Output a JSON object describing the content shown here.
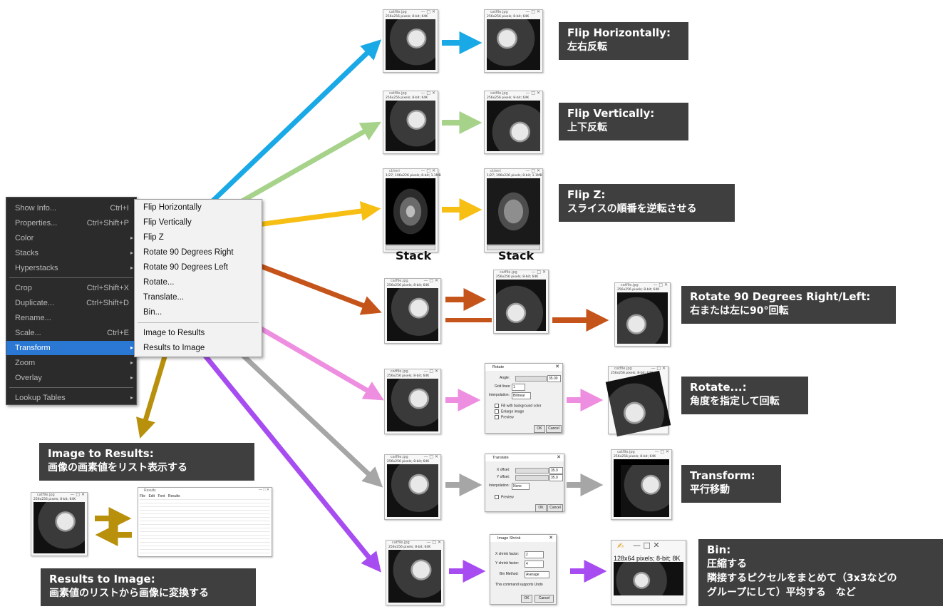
{
  "menu": {
    "items": [
      {
        "label": "Show Info...",
        "shortcut": "Ctrl+I"
      },
      {
        "label": "Properties...",
        "shortcut": "Ctrl+Shift+P"
      },
      {
        "label": "Color",
        "shortcut": ""
      },
      {
        "label": "Stacks",
        "shortcut": ""
      },
      {
        "label": "Hyperstacks",
        "shortcut": ""
      },
      {
        "label": "Crop",
        "shortcut": "Ctrl+Shift+X"
      },
      {
        "label": "Duplicate...",
        "shortcut": "Ctrl+Shift+D"
      },
      {
        "label": "Rename...",
        "shortcut": ""
      },
      {
        "label": "Scale...",
        "shortcut": "Ctrl+E"
      },
      {
        "label": "Transform",
        "shortcut": ""
      },
      {
        "label": "Zoom",
        "shortcut": ""
      },
      {
        "label": "Overlay",
        "shortcut": ""
      },
      {
        "label": "Lookup Tables",
        "shortcut": ""
      }
    ],
    "submenu_arrow": "▸"
  },
  "submenu": {
    "items": [
      "Flip Horizontally",
      "Flip Vertically",
      "Flip Z",
      "Rotate 90 Degrees Right",
      "Rotate 90 Degrees Left",
      "Rotate...",
      "Translate...",
      "Bin...",
      "Image to Results",
      "Results to Image"
    ]
  },
  "labels": {
    "flip_h": {
      "title": "Flip Horizontally:",
      "desc": "左右反転"
    },
    "flip_v": {
      "title": "Flip Vertically:",
      "desc": "上下反転"
    },
    "flip_z": {
      "title": "Flip Z:",
      "desc": "スライスの順番を逆転させる"
    },
    "rot90": {
      "title": "Rotate 90 Degrees Right/Left:",
      "desc": "右または左に90°回転"
    },
    "rotate": {
      "title": "Rotate...:",
      "desc": "角度を指定して回転"
    },
    "translate": {
      "title": "Transform:",
      "desc": "平行移動"
    },
    "bin": {
      "title": "Bin:",
      "desc": "圧縮する",
      "desc2": "隣接するピクセルをまとめて（3x3などの",
      "desc3": "グループにして）平均する　など"
    },
    "img2res": {
      "title": "Image to Results:",
      "desc": "画像の画素値をリスト表示する"
    },
    "res2img": {
      "title": "Results to Image:",
      "desc": "画素値のリストから画像に変換する"
    }
  },
  "stack_label": "Stack",
  "windows": {
    "cat_title": "catfile.jpg",
    "cat_info": "256x256 pixels; 8-bit; 64K",
    "stack_info": "1/27; 196x226 pixels; 8-bit; 1.1MB",
    "stack_title": "ct/mri",
    "bin_info": "128x64 pixels; 8-bit; 8K",
    "win_buttons": "—  □  ✕"
  },
  "rotate_dialog": {
    "title": "Rotate",
    "angle_label": "Angle:",
    "angle_value": "35.00",
    "grid_label": "Grid lines:",
    "grid_value": "1",
    "interp_label": "Interpolation:",
    "interp_value": "Bilinear",
    "opt1": "Fill with background color",
    "opt2": "Enlarge image",
    "opt3": "Preview",
    "ok": "OK",
    "cancel": "Cancel"
  },
  "translate_dialog": {
    "title": "Translate",
    "x_label": "X offset:",
    "x_value": "35.0",
    "y_label": "Y offset:",
    "y_value": "35.0",
    "interp_label": "Interpolation:",
    "interp_value": "None",
    "preview": "Preview",
    "ok": "OK",
    "cancel": "Cancel"
  },
  "shrink_dialog": {
    "title": "Image Shrink",
    "x_label": "X shrink factor:",
    "x_value": "2",
    "y_label": "Y shrink factor:",
    "y_value": "4",
    "method_label": "Bin Method:",
    "method_value": "Average",
    "note": "This command supports Undo",
    "ok": "OK",
    "cancel": "Cancel"
  },
  "results": {
    "title": "Results",
    "menu": "File  Edit  Font  Results"
  },
  "colors": {
    "flip_h": "#19a9e6",
    "flip_v": "#a6d28a",
    "flip_z": "#f7be14",
    "rot90": "#c5541a",
    "rotate": "#ee8ee0",
    "translate": "#a6a6a6",
    "bin": "#a74cf0",
    "img2res": "#b8900c",
    "menu_highlight": "#2a78d4",
    "label_bg": "#3f3f3f"
  }
}
